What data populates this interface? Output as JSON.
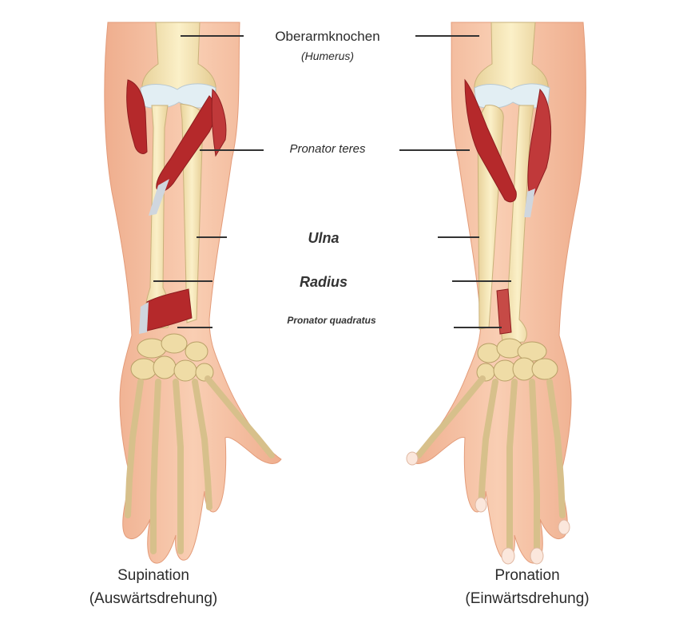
{
  "labels": {
    "humerus": "Oberarmknochen",
    "humerus_latin": "(Humerus)",
    "pronator_teres": "Pronator teres",
    "ulna": "Ulna",
    "radius": "Radius",
    "pronator_quadratus": "Pronator quadratus"
  },
  "captions": {
    "left_line1": "Supination",
    "left_line2": "(Auswärtsdrehung)",
    "right_line1": "Pronation",
    "right_line2": "(Einwärtsdrehung)"
  },
  "colors": {
    "skin": "#f6c3a3",
    "skin_edge": "#e79f7e",
    "bone": "#f3e4b3",
    "bone_edge": "#c6b07a",
    "cartilage": "#e3eef2",
    "muscle": "#b3272a",
    "muscle_light": "#d24a47",
    "tendon": "#cfd6de"
  }
}
